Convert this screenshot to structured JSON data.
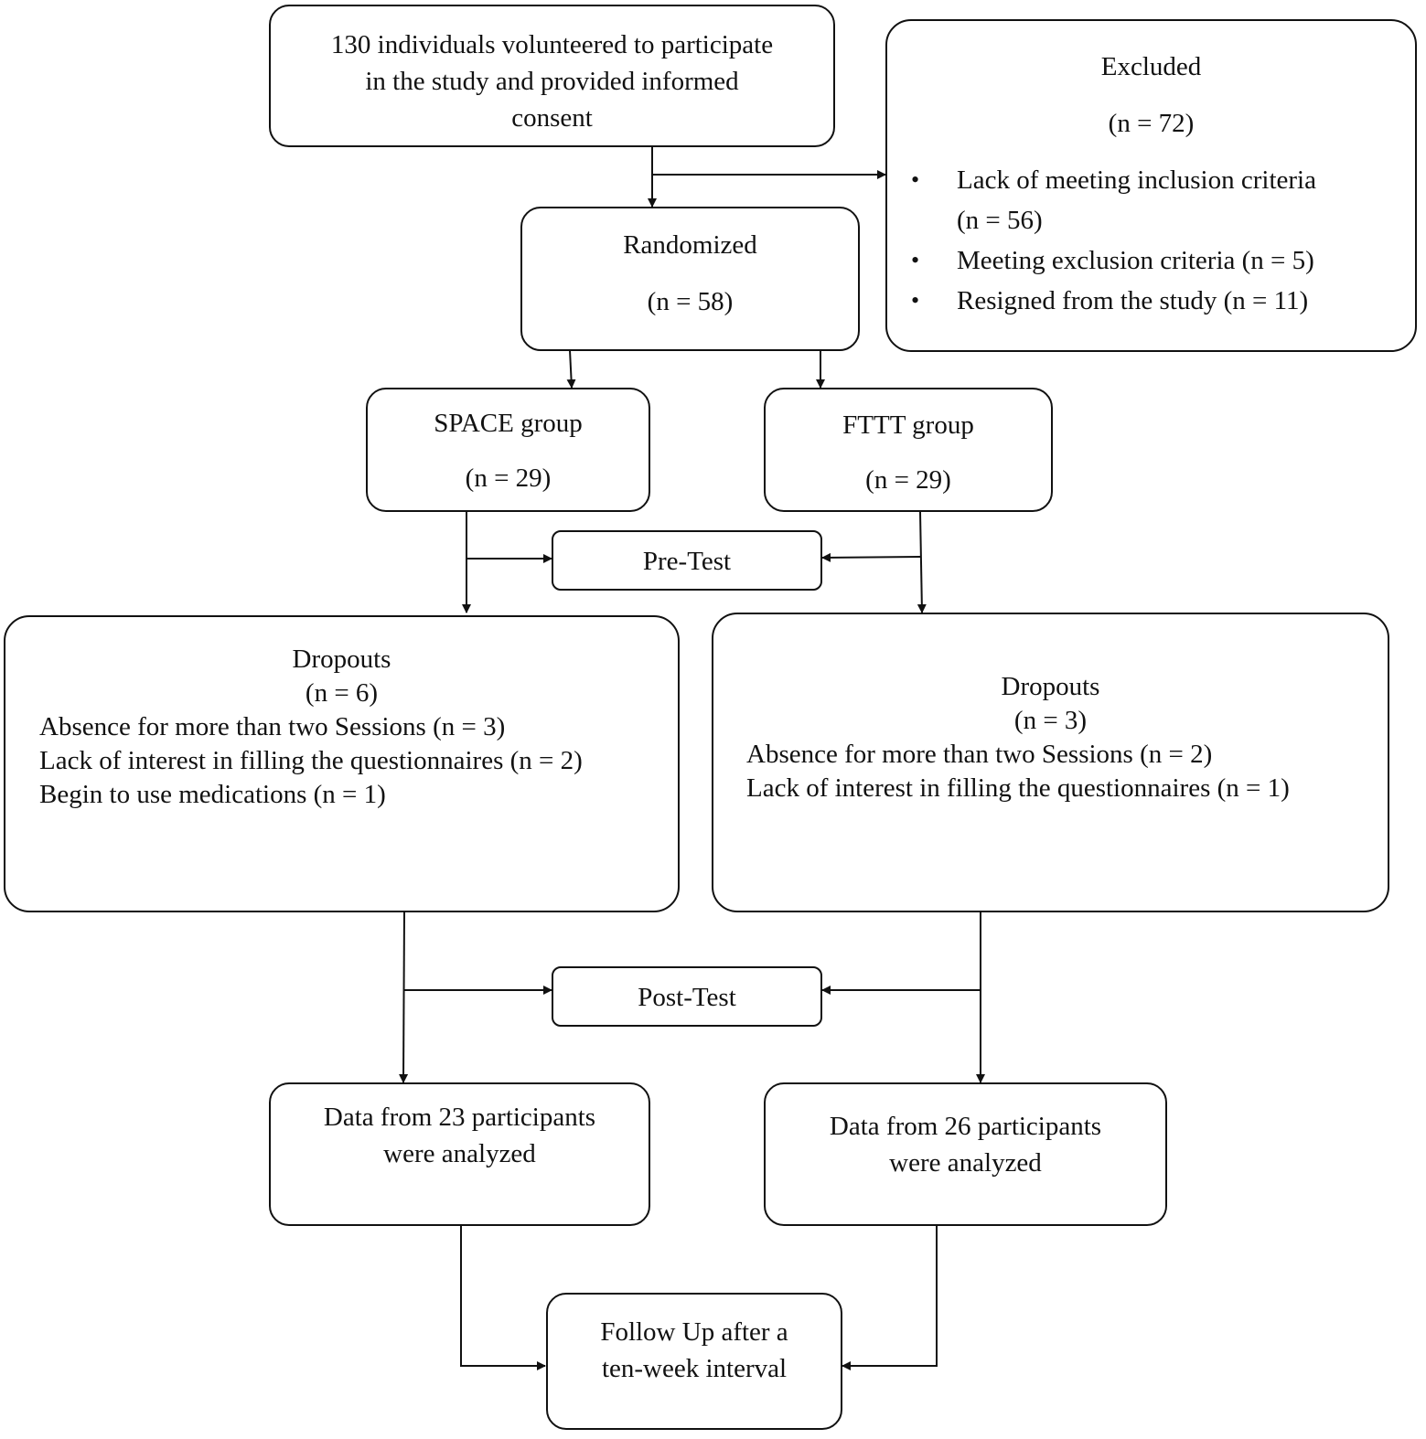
{
  "enrollment": {
    "lines": [
      "130 individuals volunteered to participate",
      "in the study and provided informed",
      "consent"
    ]
  },
  "excluded": {
    "title": "Excluded",
    "n": "(n = 72)",
    "reasons": [
      {
        "text": "Lack of meeting inclusion criteria",
        "n": "(n = 56)"
      },
      {
        "text": "Meeting exclusion criteria (n = 5)"
      },
      {
        "text": "Resigned from the study (n = 11)"
      }
    ]
  },
  "randomized": {
    "title": "Randomized",
    "n": "(n = 58)"
  },
  "space_group": {
    "title": "SPACE group",
    "n": "(n = 29)"
  },
  "fttt_group": {
    "title": "FTTT group",
    "n": "(n = 29)"
  },
  "pre_test": {
    "label": "Pre-Test"
  },
  "post_test": {
    "label": "Post-Test"
  },
  "dropouts_left": {
    "title": "Dropouts",
    "n": "(n = 6)",
    "reasons": [
      "Absence for more than two Sessions (n = 3)",
      "Lack of interest in filling the questionnaires (n = 2)",
      "Begin to use medications (n = 1)"
    ]
  },
  "dropouts_right": {
    "title": "Dropouts",
    "n": "(n = 3)",
    "reasons": [
      "Absence for more than two Sessions (n = 2)",
      "Lack of interest in filling the questionnaires (n = 1)"
    ]
  },
  "analyzed_left": {
    "lines": [
      "Data from 23 participants",
      "were analyzed"
    ]
  },
  "analyzed_right": {
    "lines": [
      "Data from 26 participants",
      "were analyzed"
    ]
  },
  "follow_up": {
    "lines": [
      "Follow Up after a",
      "ten-week interval"
    ]
  }
}
